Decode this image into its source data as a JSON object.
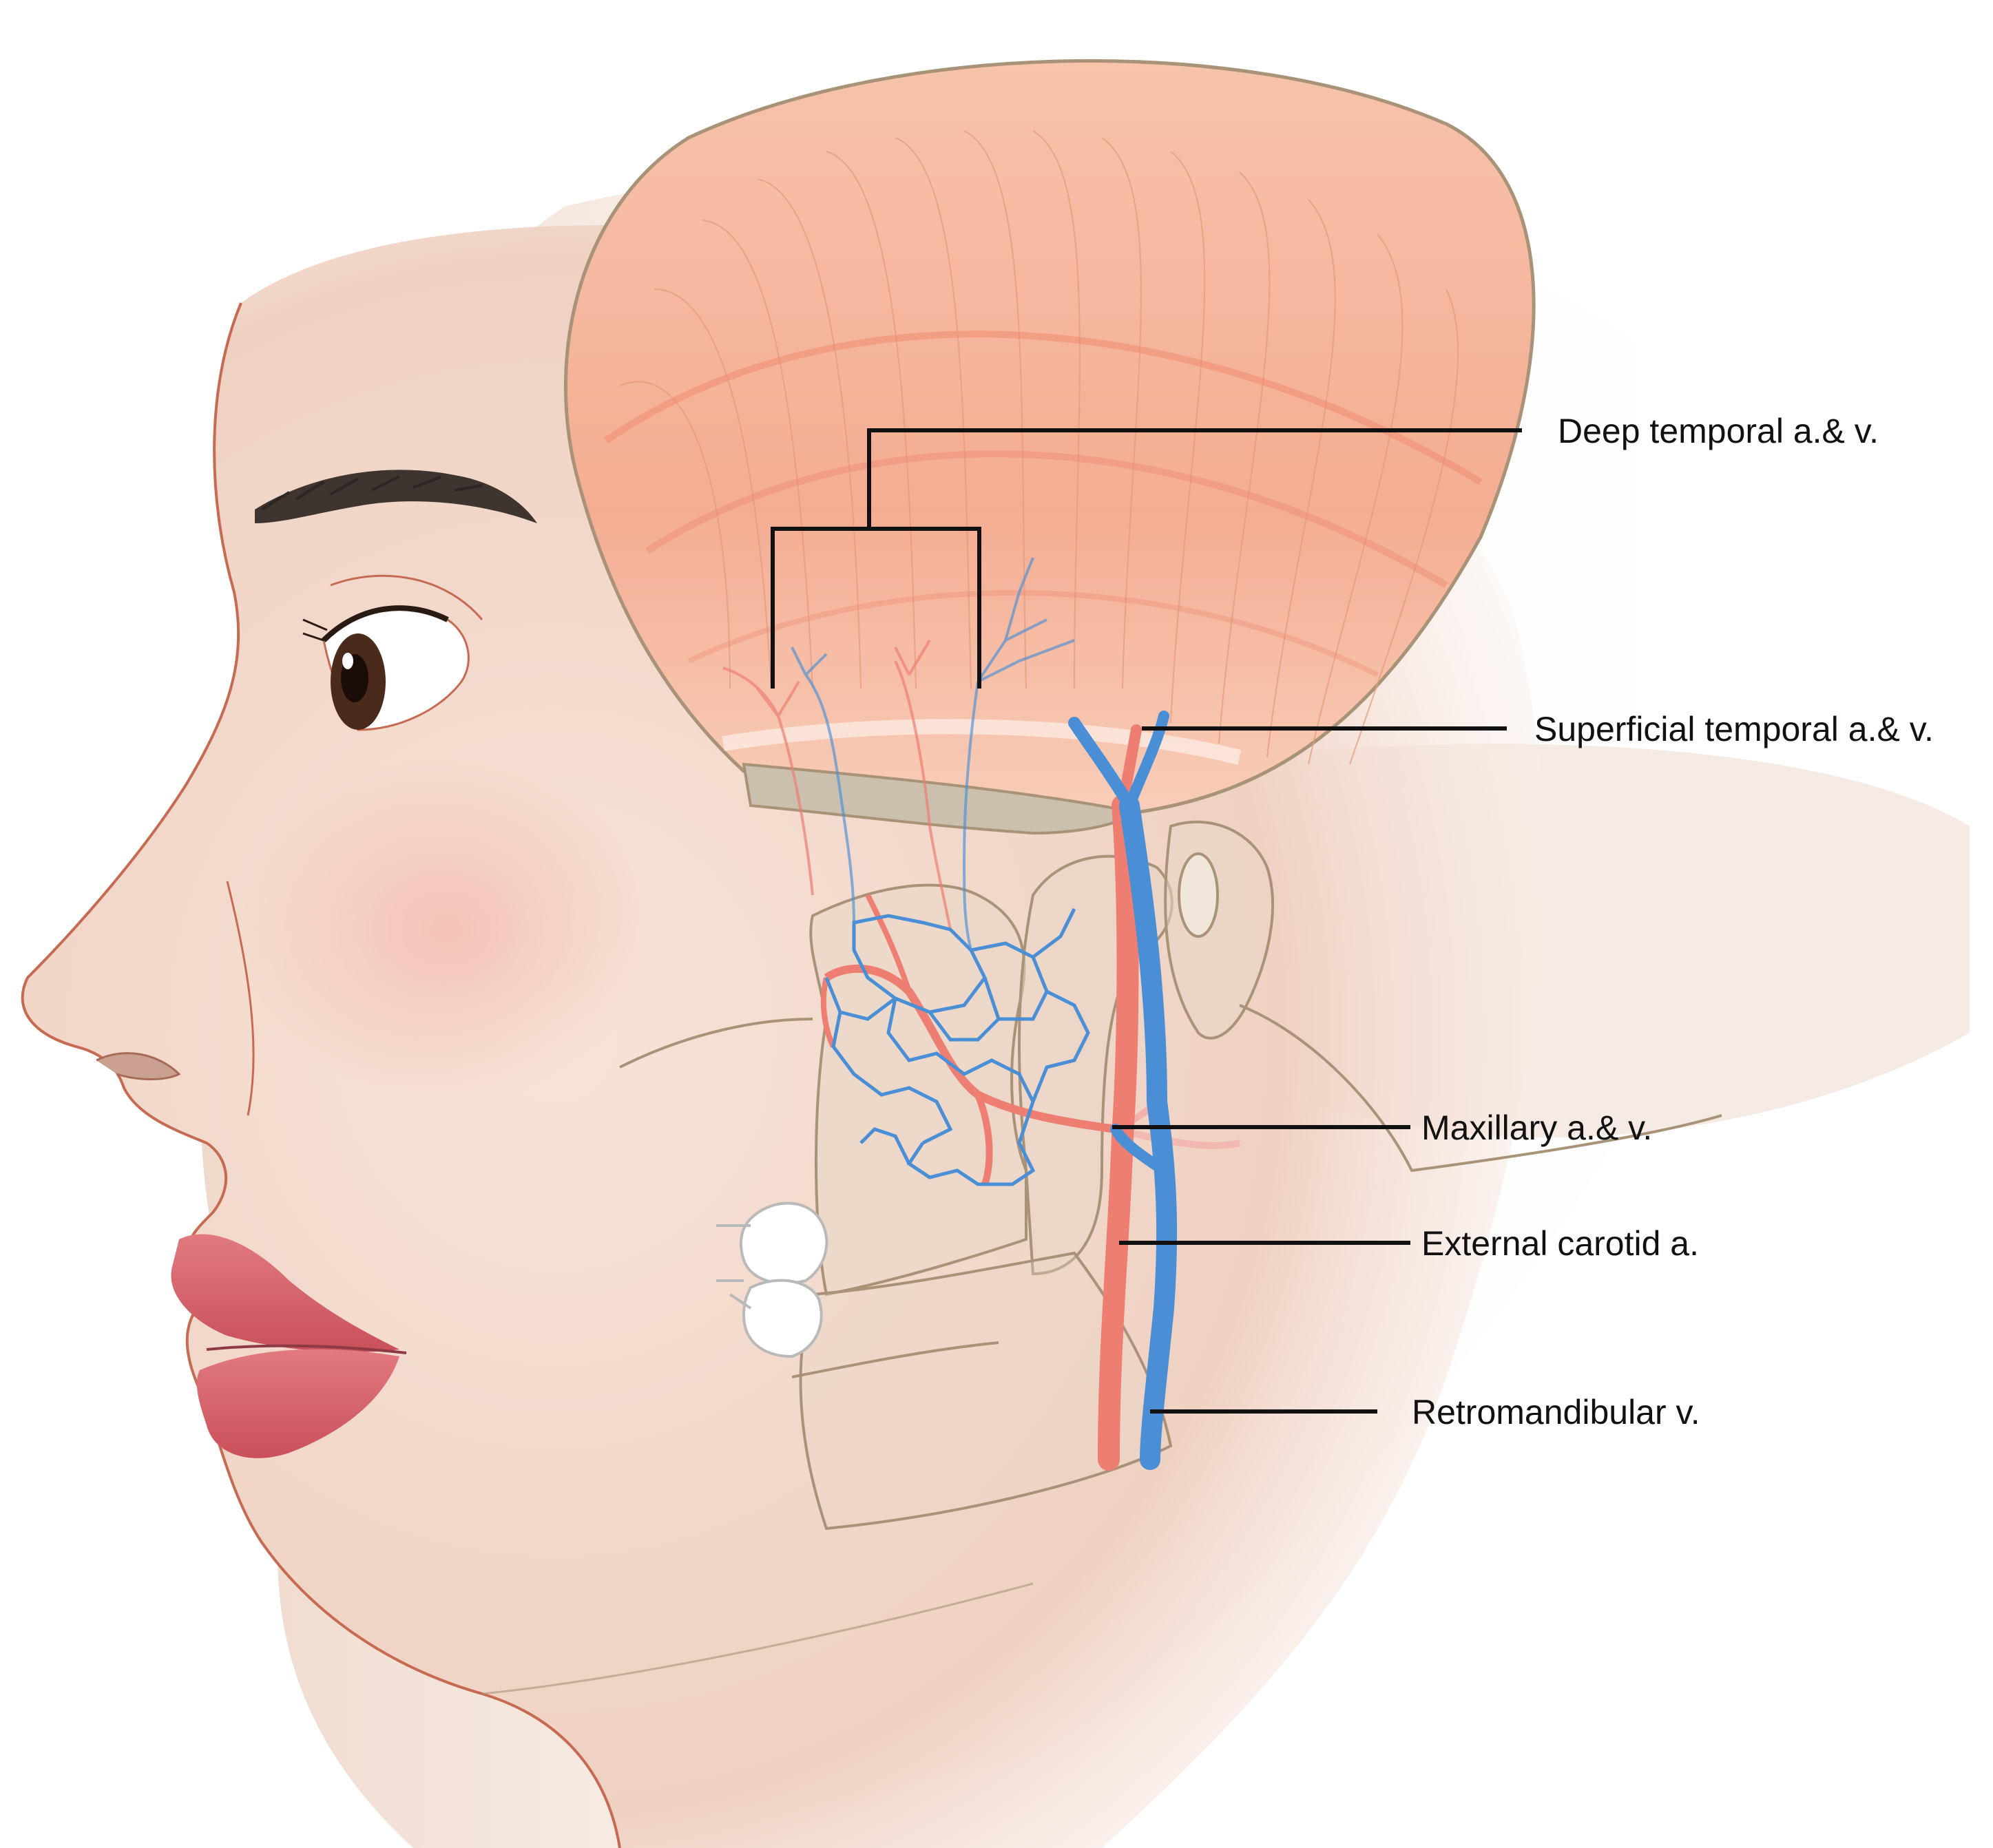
{
  "labels": {
    "deep_temporal": "Deep temporal a.& v.",
    "superficial_temporal": "Superficial temporal a.& v.",
    "maxillary": "Maxillary a.& v.",
    "external_carotid": "External carotid a.",
    "retromandibular": "Retromandibular v."
  },
  "colors": {
    "skin": "#f4dcd0",
    "skin_outline": "#c76a52",
    "muscle": "#f5b69c",
    "muscle_fiber": "#e79a7c",
    "bone": "#e8d7c6",
    "bone_outline": "#a89378",
    "artery": "#ee7e72",
    "vein": "#4a8fd6",
    "lip": "#e06a72",
    "leader_line": "#111111"
  },
  "icons": [
    "face-outline",
    "eye",
    "eyebrow",
    "lips",
    "temporalis-muscle",
    "mandible-bone",
    "teeth"
  ]
}
